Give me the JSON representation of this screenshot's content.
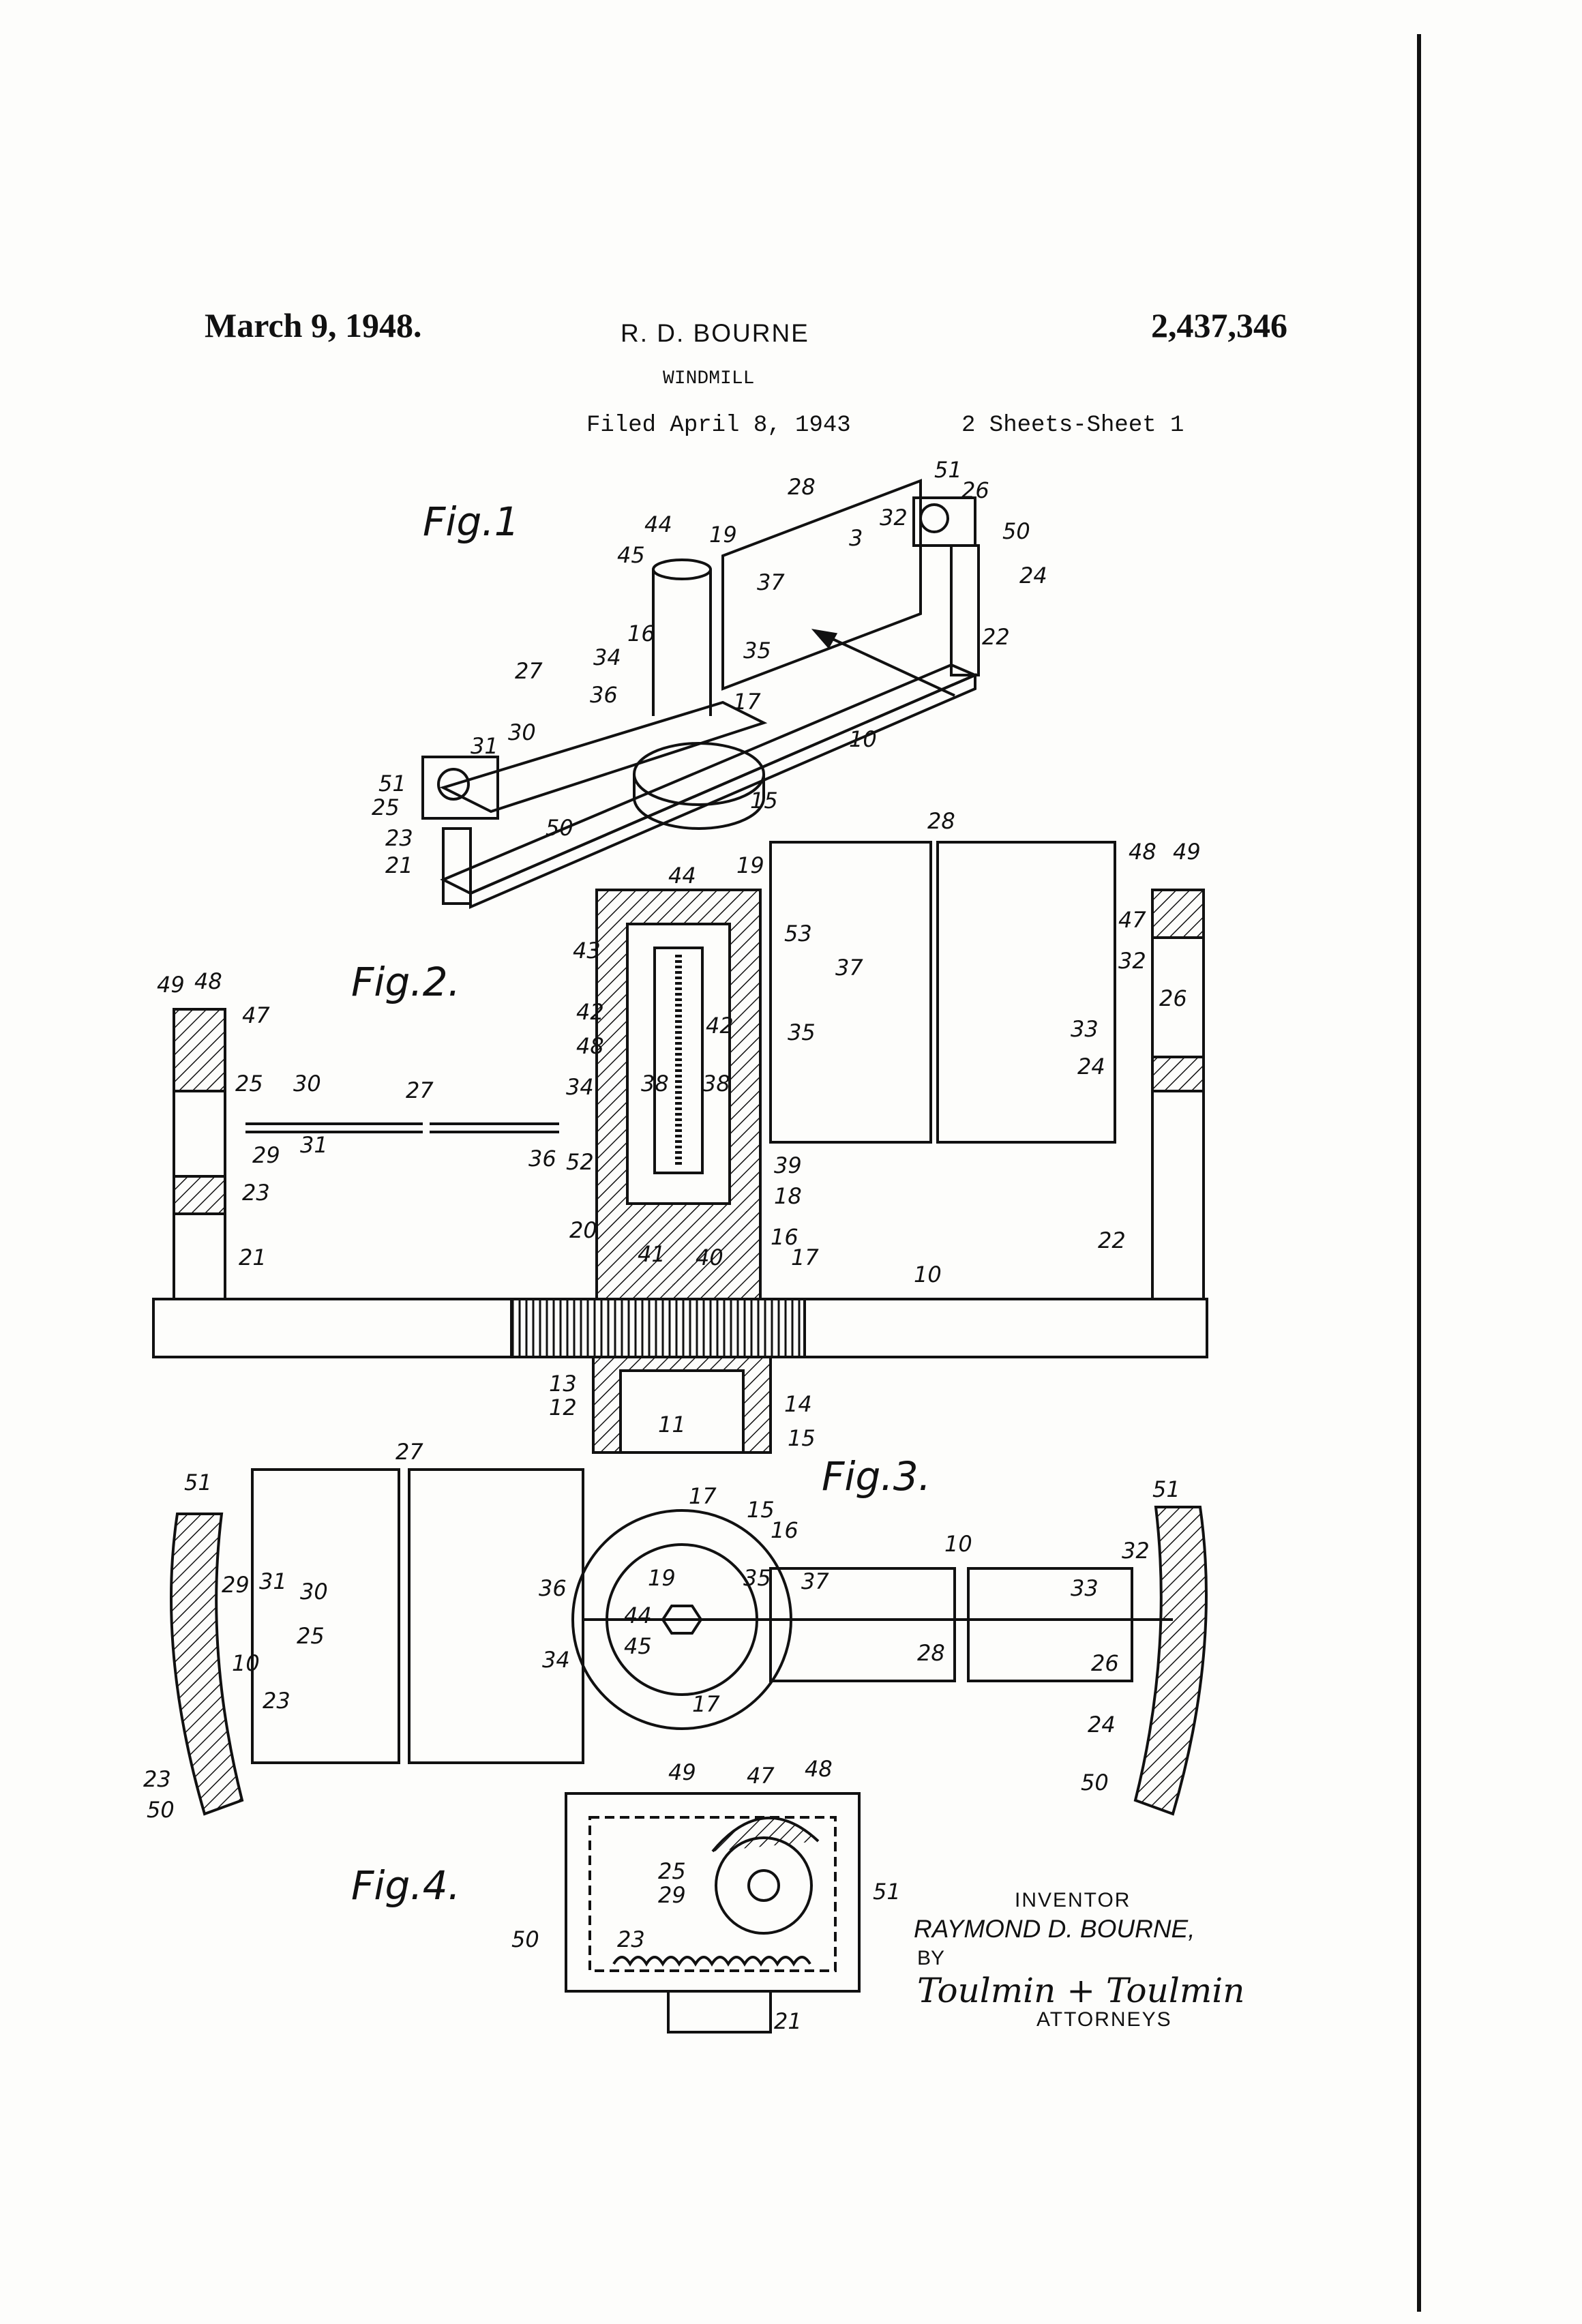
{
  "header": {
    "date": "March 9, 1948.",
    "inventor_name": "R. D. BOURNE",
    "patent_number": "2,437,346",
    "title": "WINDMILL",
    "filed": "Filed April 8, 1943",
    "sheets": "2 Sheets-Sheet 1"
  },
  "figures": {
    "fig1": "Fig.1",
    "fig2": "Fig.2.",
    "fig3": "Fig.3.",
    "fig4": "Fig.4."
  },
  "fig1_refs": [
    "51",
    "26",
    "28",
    "32",
    "3",
    "50",
    "24",
    "44",
    "19",
    "45",
    "37",
    "35",
    "16",
    "22",
    "34",
    "27",
    "36",
    "17",
    "10",
    "31",
    "30",
    "15",
    "51",
    "25",
    "23",
    "50",
    "21"
  ],
  "fig2_refs": [
    "28",
    "48",
    "49",
    "19",
    "44",
    "53",
    "37",
    "47",
    "32",
    "49",
    "48",
    "47",
    "43",
    "26",
    "35",
    "33",
    "42",
    "42",
    "24",
    "48",
    "25",
    "30",
    "27",
    "34",
    "38",
    "38",
    "29",
    "31",
    "36",
    "52",
    "39",
    "23",
    "18",
    "20",
    "16",
    "17",
    "21",
    "41",
    "40",
    "22",
    "10",
    "13",
    "12",
    "14",
    "11",
    "15"
  ],
  "fig3_refs": [
    "27",
    "17",
    "51",
    "15",
    "51",
    "16",
    "10",
    "29",
    "31",
    "30",
    "36",
    "19",
    "35",
    "37",
    "32",
    "33",
    "44",
    "25",
    "10",
    "45",
    "34",
    "28",
    "26",
    "23",
    "17",
    "24",
    "23",
    "50",
    "50"
  ],
  "fig4_refs": [
    "49",
    "47",
    "48",
    "25",
    "29",
    "51",
    "50",
    "23",
    "21"
  ],
  "signature": {
    "caption": "INVENTOR",
    "name": "RAYMOND D. BOURNE,",
    "by": "BY",
    "attorneys_script": "Toulmin + Toulmin",
    "attorneys": "ATTORNEYS"
  }
}
